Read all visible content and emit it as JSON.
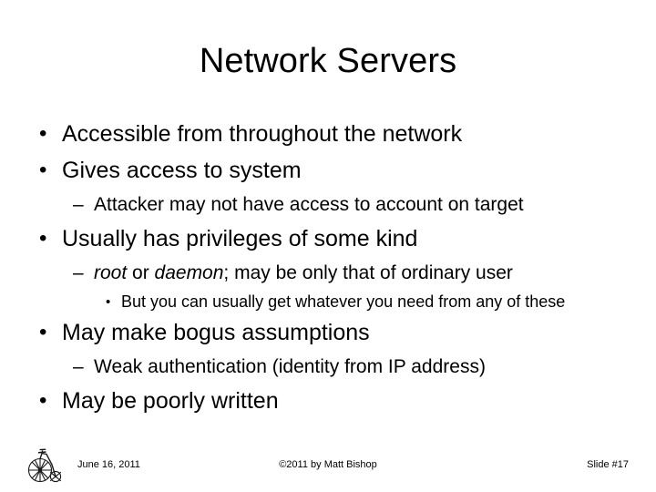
{
  "slide": {
    "title": "Network Servers",
    "background_color": "#ffffff",
    "text_color": "#000000",
    "bullets": [
      {
        "level": 1,
        "marker": "•",
        "text": "Accessible from throughout the network"
      },
      {
        "level": 1,
        "marker": "•",
        "text": "Gives access to system"
      },
      {
        "level": 2,
        "marker": "–",
        "text": "Attacker may not have access to account on target"
      },
      {
        "level": 1,
        "marker": "•",
        "text": "Usually has privileges of some kind"
      },
      {
        "level": 2,
        "marker": "–",
        "text": "root or daemon; may be only that of ordinary user",
        "rich": [
          {
            "text": "root",
            "italic": true
          },
          {
            "text": " or ",
            "italic": false
          },
          {
            "text": "daemon",
            "italic": true
          },
          {
            "text": "; may be only that of ordinary user",
            "italic": false
          }
        ]
      },
      {
        "level": 3,
        "marker": "•",
        "text": "But you can usually get whatever you need from any of these"
      },
      {
        "level": 1,
        "marker": "•",
        "text": "May make bogus assumptions"
      },
      {
        "level": 2,
        "marker": "–",
        "text": "Weak authentication (identity from IP address)"
      },
      {
        "level": 1,
        "marker": "•",
        "text": "May be poorly written"
      }
    ]
  },
  "footer": {
    "logo_name": "penny-farthing-bicycle-logo",
    "date": "June 16, 2011",
    "copyright": "©2011 by Matt Bishop",
    "slide_number": "Slide #17"
  }
}
